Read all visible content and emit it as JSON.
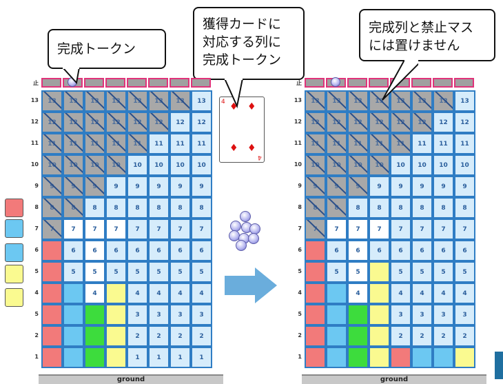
{
  "callouts": {
    "left": "完成トークン",
    "middle": [
      "獲得カードに",
      "対応する列に",
      "完成トークン"
    ],
    "right": [
      "完成列と禁止マス",
      "には置けません"
    ]
  },
  "board": {
    "forbidden_label": "止",
    "row_labels": [
      "13",
      "12",
      "11",
      "10",
      "9",
      "8",
      "7",
      "6",
      "5",
      "4",
      "5",
      "2",
      "1"
    ],
    "ground_label": "ground"
  },
  "card": {
    "rank": "4",
    "suit": "♦"
  },
  "palette_colors": [
    "red",
    "blue",
    "blue",
    "yellow",
    "yellow"
  ],
  "colors": {
    "grid_border": "#2f7dc4",
    "cell_bg": "#d6ecfb",
    "blocked": "#a8a8a8",
    "token_row_border": "#e0337a",
    "red": "#f27a7a",
    "blue": "#6cc8f2",
    "green": "#3ddc3d",
    "yellow": "#fafa90",
    "arrow": "#6aaddc"
  }
}
